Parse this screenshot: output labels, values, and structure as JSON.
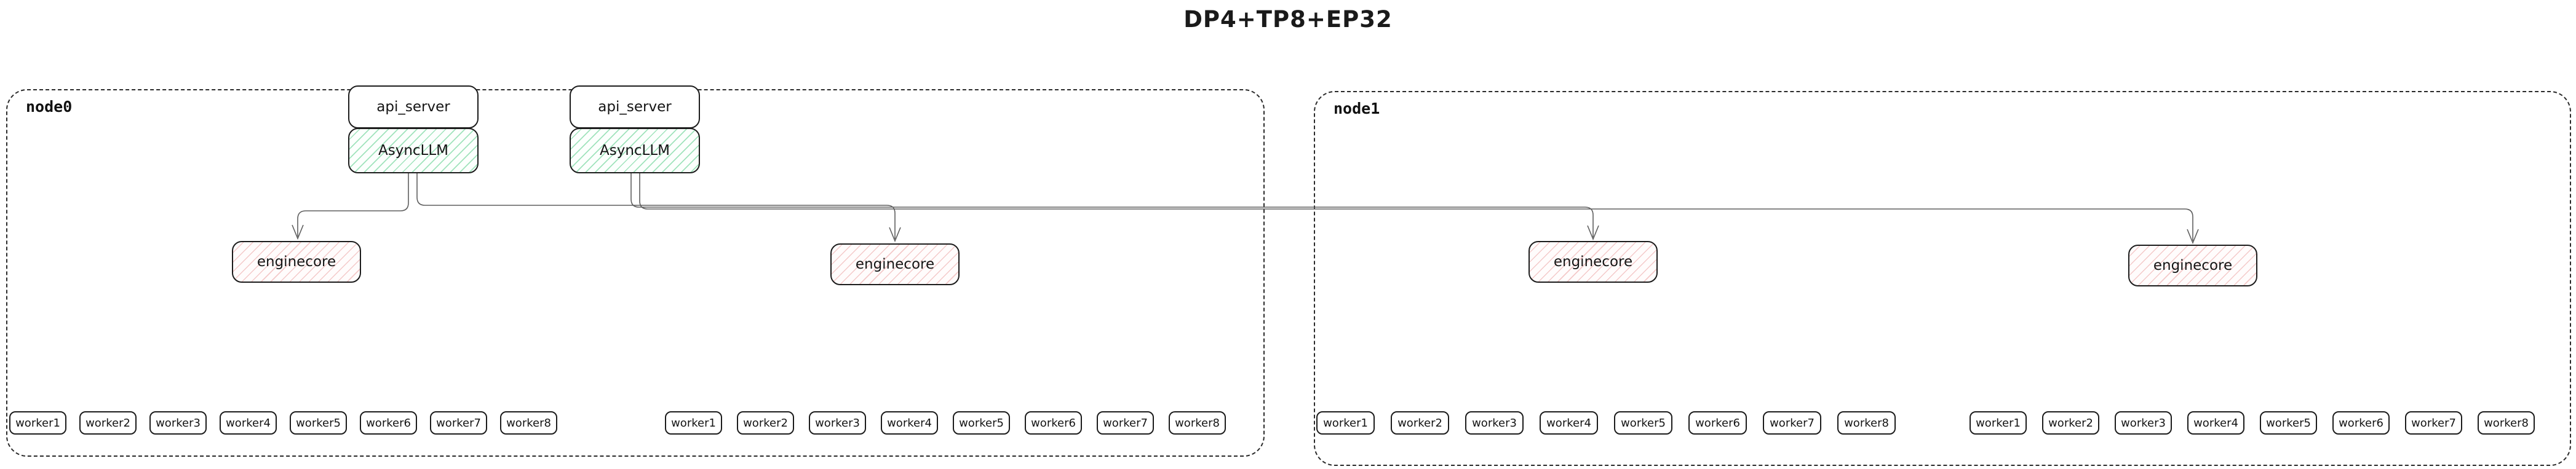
{
  "title": "DP4+TP8+EP32",
  "colors": {
    "background": "#ffffff",
    "box_border": "#1c1c1c",
    "node_border_dashed": "#2a2a2a",
    "async_llm_hatch_green": "#54cc86",
    "enginecore_hatch_pink": "#e99696",
    "connector_gray": "#5f5f5f"
  },
  "labels": {
    "api_server": "api_server",
    "async_llm": "AsyncLLM",
    "enginecore": "enginecore"
  },
  "nodes": [
    {
      "label": "node0",
      "worker_groups": [
        [
          "worker1",
          "worker2",
          "worker3",
          "worker4",
          "worker5",
          "worker6",
          "worker7",
          "worker8"
        ],
        [
          "worker1",
          "worker2",
          "worker3",
          "worker4",
          "worker5",
          "worker6",
          "worker7",
          "worker8"
        ]
      ]
    },
    {
      "label": "node1",
      "worker_groups": [
        [
          "worker1",
          "worker2",
          "worker3",
          "worker4",
          "worker5",
          "worker6",
          "worker7",
          "worker8"
        ],
        [
          "worker1",
          "worker2",
          "worker3",
          "worker4",
          "worker5",
          "worker6",
          "worker7",
          "worker8"
        ]
      ]
    }
  ]
}
